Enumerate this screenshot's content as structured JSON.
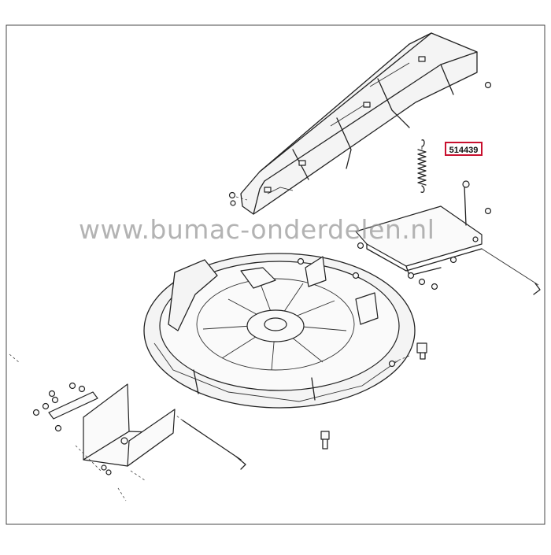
{
  "part_label": {
    "number": "514439",
    "border_color": "#c8102e"
  },
  "watermark": {
    "text": "www.bumac-onderdelen.nl"
  },
  "diagram": {
    "background": "#ffffff",
    "line_color": "#222222",
    "components": [
      "discharge-chute",
      "tension-spring",
      "spring-bracket",
      "impeller-housing",
      "mounting-bracket",
      "fastener-set",
      "link-rod"
    ]
  }
}
